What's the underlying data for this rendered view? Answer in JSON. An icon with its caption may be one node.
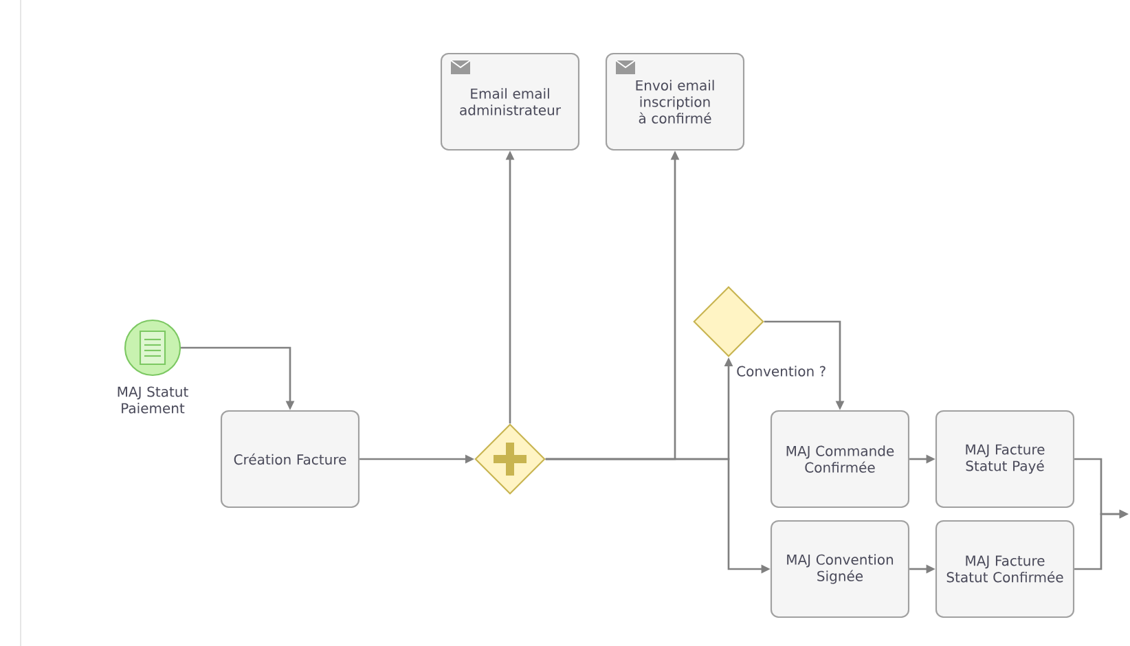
{
  "diagram": {
    "nodes": [
      {
        "text": [
          "MAJ Statut Paiement"
        ]
      },
      {
        "text": [
          "Création Facture"
        ]
      },
      {
        "text": [],
        "shape": "diamond"
      },
      {
        "text": [
          "Email email administrateur"
        ]
      },
      {
        "text": [
          "Envoi email inscription à confirmé"
        ]
      },
      {
        "text": [
          "Convention ?"
        ]
      },
      {
        "text": [
          "MAJ Commande Confirmée"
        ]
      },
      {
        "text": [
          "MAJ Convention Signée"
        ]
      },
      {
        "text": [
          "MAJ Facture Statut Payé"
        ]
      },
      {
        "text": [
          "MAJ Facture Statut Confirmée"
        ]
      }
    ],
    "edges": [
      {
        "from": 0,
        "to": 1,
        "arrow": "to"
      },
      {
        "from": 1,
        "to": 2,
        "arrow": "to"
      },
      {
        "from": 2,
        "to": 3,
        "arrow": "to"
      },
      {
        "from": 2,
        "to": 4,
        "arrow": "to"
      },
      {
        "from": 2,
        "to": 5,
        "arrow": "to"
      },
      {
        "from": 2,
        "to": 7,
        "arrow": "to"
      },
      {
        "from": 5,
        "to": 6,
        "arrow": "to"
      },
      {
        "from": 6,
        "to": 8,
        "arrow": "to"
      },
      {
        "from": 7,
        "to": 9,
        "arrow": "to"
      },
      {
        "from": 8,
        "to": null,
        "arrow": "to"
      },
      {
        "from": 9,
        "to": null,
        "arrow": "to"
      }
    ]
  }
}
